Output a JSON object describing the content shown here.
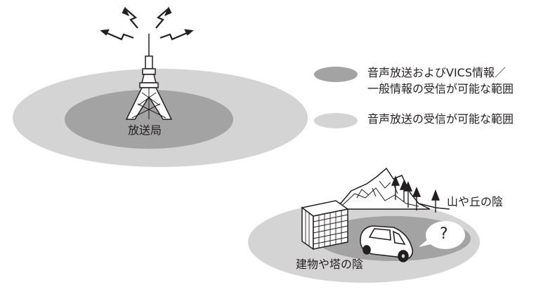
{
  "colors": {
    "dark_zone": "#a3a3a3",
    "light_zone": "#d4d4d4",
    "outline": "#231f20",
    "white": "#ffffff"
  },
  "tower": {
    "label": "放送局"
  },
  "legend": [
    {
      "swatch": "dark",
      "lines": [
        "音声放送およびVICS情報／",
        "一般情報の受信が可能な範囲"
      ]
    },
    {
      "swatch": "light",
      "lines": [
        "音声放送の受信が可能な範囲"
      ]
    }
  ],
  "obstacles": {
    "mountain_label": "山や丘の陰",
    "building_label": "建物や塔の陰",
    "bubble_text": "?"
  },
  "icons": [
    "radio-wave-icon",
    "broadcast-tower-icon",
    "building-icon",
    "mountain-icon",
    "tree-icon",
    "car-icon",
    "speech-bubble-icon"
  ]
}
